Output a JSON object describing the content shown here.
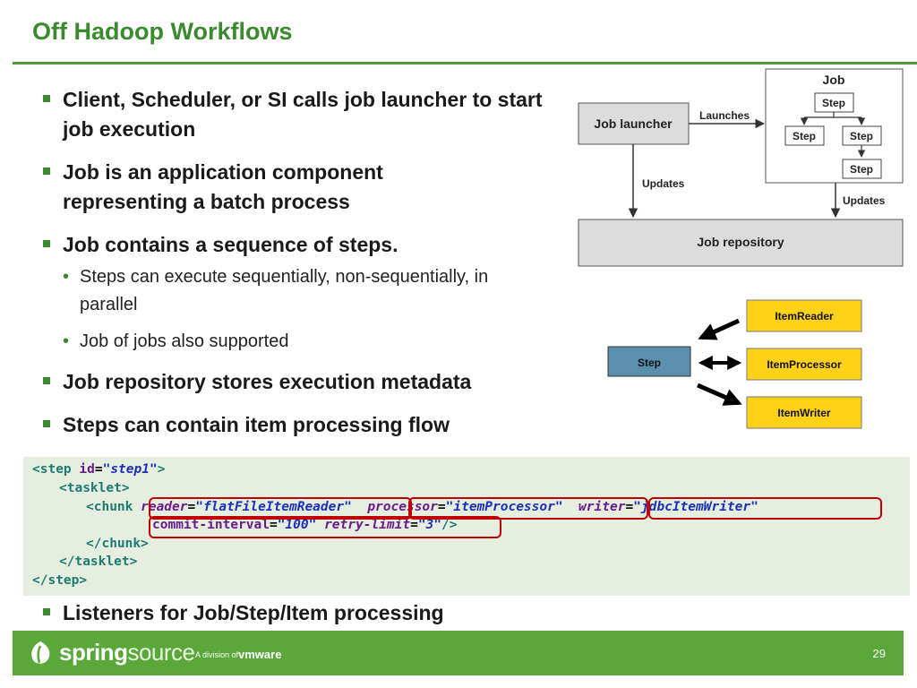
{
  "slide": {
    "title": "Off Hadoop Workflows",
    "page_number": "29"
  },
  "bullets": [
    {
      "text": "Client, Scheduler, or SI calls job launcher to start job execution"
    },
    {
      "text": "Job is an application component representing a batch process"
    },
    {
      "text": "Job contains a sequence of steps."
    },
    {
      "text": "Steps can execute sequentially, non-sequentially, in parallel"
    },
    {
      "text": "Job of jobs also supported"
    },
    {
      "text": "Job repository stores execution metadata"
    },
    {
      "text": "Steps can contain item processing flow"
    },
    {
      "text": "Listeners for Job/Step/Item processing"
    }
  ],
  "diagram_job": {
    "job_label": "Job",
    "launcher_label": "Job launcher",
    "launches_label": "Launches",
    "updates_left_label": "Updates",
    "updates_right_label": "Updates",
    "repository_label": "Job repository",
    "step_label": "Step"
  },
  "diagram_step": {
    "step_label": "Step",
    "reader_label": "ItemReader",
    "processor_label": "ItemProcessor",
    "writer_label": "ItemWriter",
    "box_color": "#ffd21a",
    "step_color": "#5b8fae"
  },
  "code": {
    "l1_open": "<step ",
    "l1_attr": "id",
    "l1_eq": "=",
    "l1_val": "\"step1\"",
    "l1_close": ">",
    "l2": "<tasklet>",
    "l3_open": "<chunk ",
    "l3_a1": "reader",
    "l3_v1": "\"flatFileItemReader\"",
    "l3_a2": "processor",
    "l3_v2": "\"itemProcessor\"",
    "l3_a3": "writer",
    "l3_v3": "\"jdbcItemWriter\"",
    "l4_a1": "commit-interval",
    "l4_v1": "\"100\"",
    "l4_a2": "retry-limit",
    "l4_v2": "\"3\"",
    "l4_close": "/>",
    "l5": "</chunk>",
    "l6": "</tasklet>",
    "l7": "</step>"
  },
  "footer": {
    "brand_spring": "spring",
    "brand_source": "source",
    "division_text": "A division of",
    "vmware_text": "vmware",
    "bar_color": "#5aa83a"
  }
}
